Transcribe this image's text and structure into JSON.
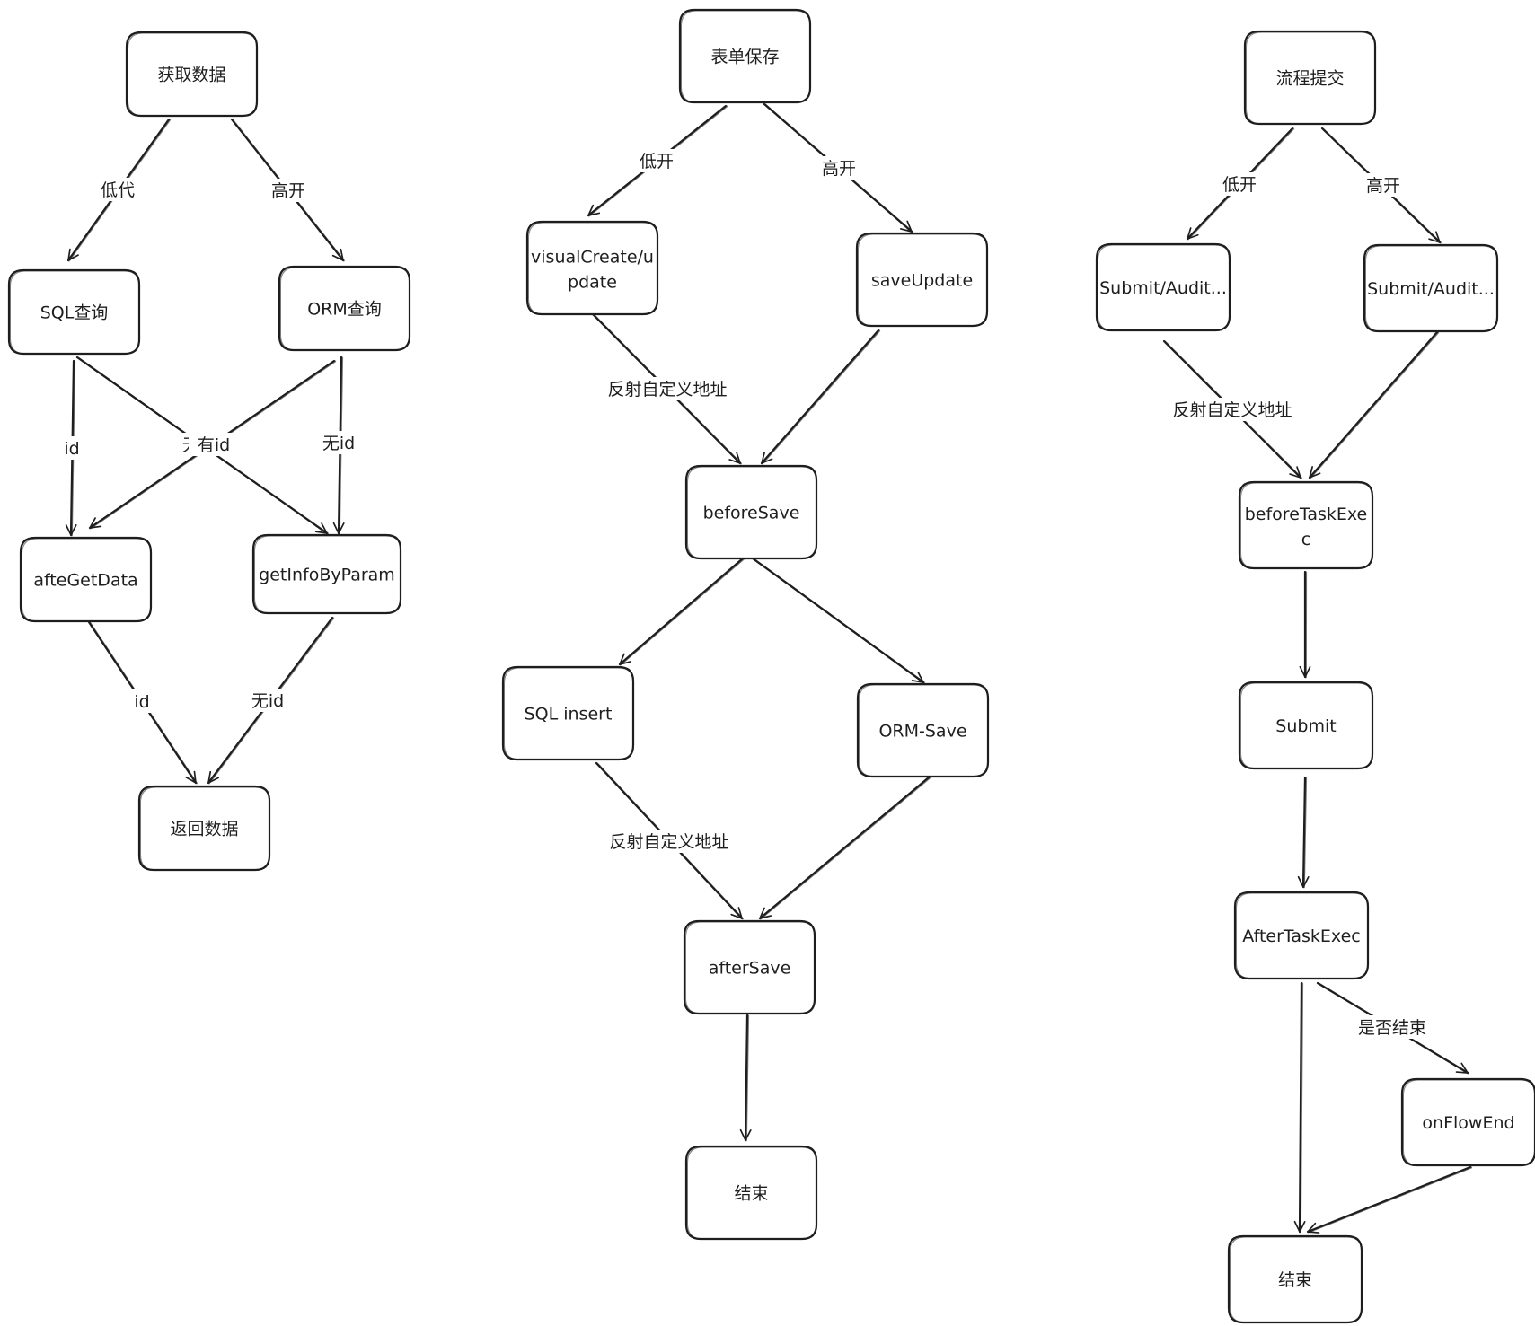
{
  "diagram": {
    "flows": [
      {
        "name": "get-data",
        "nodes": [
          {
            "id": "getdata",
            "label": "获取数据"
          },
          {
            "id": "sqlq",
            "label": "SQL查询"
          },
          {
            "id": "ormq",
            "label": "ORM查询"
          },
          {
            "id": "afteget",
            "label": "afteGetData"
          },
          {
            "id": "getinfo",
            "label": "getInfoByParam"
          },
          {
            "id": "ret",
            "label": "返回数据"
          }
        ],
        "edges": [
          {
            "from": "getdata",
            "to": "sqlq",
            "label": "低代"
          },
          {
            "from": "getdata",
            "to": "ormq",
            "label": "高开"
          },
          {
            "from": "sqlq",
            "to": "afteget",
            "label": "id"
          },
          {
            "from": "sqlq",
            "to": "getinfo",
            "label": "无id"
          },
          {
            "from": "ormq",
            "to": "afteget",
            "label": "有id"
          },
          {
            "from": "ormq",
            "to": "getinfo",
            "label": "无id"
          },
          {
            "from": "afteget",
            "to": "ret",
            "label": "id"
          },
          {
            "from": "getinfo",
            "to": "ret",
            "label": "无id"
          }
        ]
      },
      {
        "name": "form-save",
        "nodes": [
          {
            "id": "formsave",
            "label": "表单保存"
          },
          {
            "id": "visual",
            "label": "visualCreate/u",
            "label2": "pdate"
          },
          {
            "id": "saveupd",
            "label": "saveUpdate"
          },
          {
            "id": "beforesave",
            "label": "beforeSave"
          },
          {
            "id": "sqlins",
            "label": "SQL insert"
          },
          {
            "id": "ormsave",
            "label": "ORM-Save"
          },
          {
            "id": "aftersave",
            "label": "afterSave"
          },
          {
            "id": "end1",
            "label": "结束"
          }
        ],
        "edges": [
          {
            "from": "formsave",
            "to": "visual",
            "label": "低开"
          },
          {
            "from": "formsave",
            "to": "saveupd",
            "label": "高开"
          },
          {
            "from": "visual",
            "to": "beforesave",
            "label": "反射自定义地址"
          },
          {
            "from": "saveupd",
            "to": "beforesave",
            "label": ""
          },
          {
            "from": "beforesave",
            "to": "sqlins",
            "label": ""
          },
          {
            "from": "beforesave",
            "to": "ormsave",
            "label": ""
          },
          {
            "from": "sqlins",
            "to": "aftersave",
            "label": "反射自定义地址"
          },
          {
            "from": "ormsave",
            "to": "aftersave",
            "label": ""
          },
          {
            "from": "aftersave",
            "to": "end1",
            "label": ""
          }
        ]
      },
      {
        "name": "flow-submit",
        "nodes": [
          {
            "id": "flowsub",
            "label": "流程提交"
          },
          {
            "id": "subaudit1",
            "label": "Submit/Audit..."
          },
          {
            "id": "subaudit2",
            "label": "Submit/Audit..."
          },
          {
            "id": "beforetask",
            "label": "beforeTaskExe",
            "label2": "c"
          },
          {
            "id": "submit",
            "label": "Submit"
          },
          {
            "id": "aftertask",
            "label": "AfterTaskExec"
          },
          {
            "id": "onflowend",
            "label": "onFlowEnd"
          },
          {
            "id": "end2",
            "label": "结束"
          }
        ],
        "edges": [
          {
            "from": "flowsub",
            "to": "subaudit1",
            "label": "低开"
          },
          {
            "from": "flowsub",
            "to": "subaudit2",
            "label": "高开"
          },
          {
            "from": "subaudit1",
            "to": "beforetask",
            "label": "反射自定义地址"
          },
          {
            "from": "subaudit2",
            "to": "beforetask",
            "label": ""
          },
          {
            "from": "beforetask",
            "to": "submit",
            "label": ""
          },
          {
            "from": "submit",
            "to": "aftertask",
            "label": ""
          },
          {
            "from": "aftertask",
            "to": "onflowend",
            "label": "是否结束"
          },
          {
            "from": "aftertask",
            "to": "end2",
            "label": ""
          },
          {
            "from": "onflowend",
            "to": "end2",
            "label": ""
          }
        ]
      }
    ]
  }
}
